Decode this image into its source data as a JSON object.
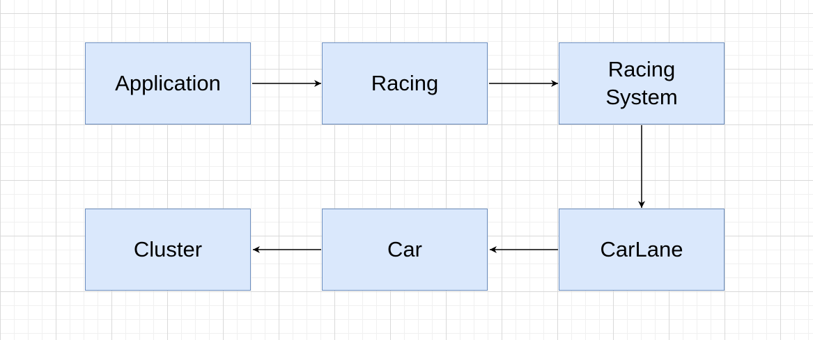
{
  "diagram": {
    "nodes": [
      {
        "id": "application",
        "label": "Application"
      },
      {
        "id": "racing",
        "label": "Racing"
      },
      {
        "id": "racing-system",
        "label": "Racing\nSystem"
      },
      {
        "id": "carlane",
        "label": "CarLane"
      },
      {
        "id": "car",
        "label": "Car"
      },
      {
        "id": "cluster",
        "label": "Cluster"
      }
    ],
    "edges": [
      {
        "from": "application",
        "to": "racing"
      },
      {
        "from": "racing",
        "to": "racing-system"
      },
      {
        "from": "racing-system",
        "to": "carlane"
      },
      {
        "from": "carlane",
        "to": "car"
      },
      {
        "from": "car",
        "to": "cluster"
      }
    ],
    "colors": {
      "node_fill": "#dae8fc",
      "node_stroke": "#6c8ebf",
      "edge": "#000000"
    }
  }
}
